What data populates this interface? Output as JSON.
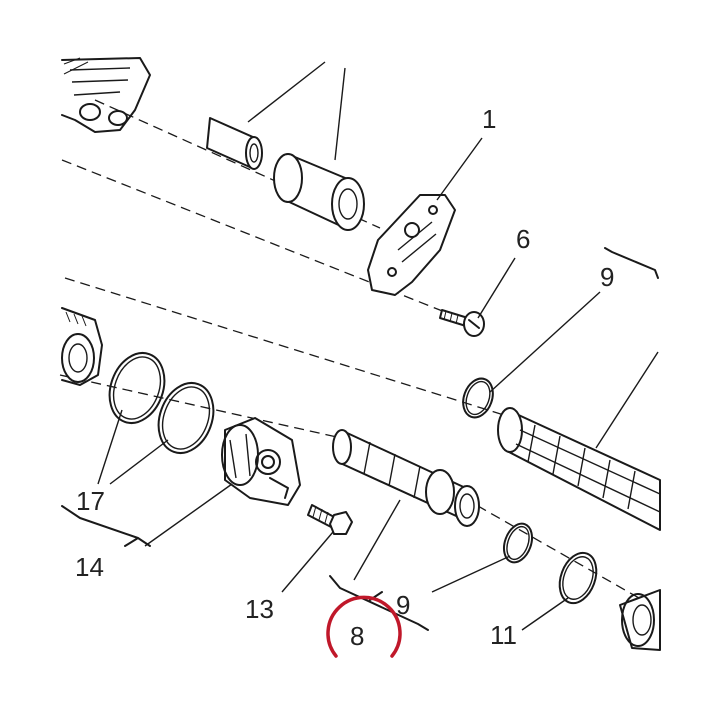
{
  "callouts": {
    "c1": "1",
    "c6": "6",
    "c9a": "9",
    "c9b": "9",
    "c17": "17",
    "c14": "14",
    "c13": "13",
    "c8": "8",
    "c11": "11"
  },
  "colors": {
    "ink": "#1a1a1a",
    "highlight_circle": "#c0182a",
    "background": "#ffffff"
  }
}
